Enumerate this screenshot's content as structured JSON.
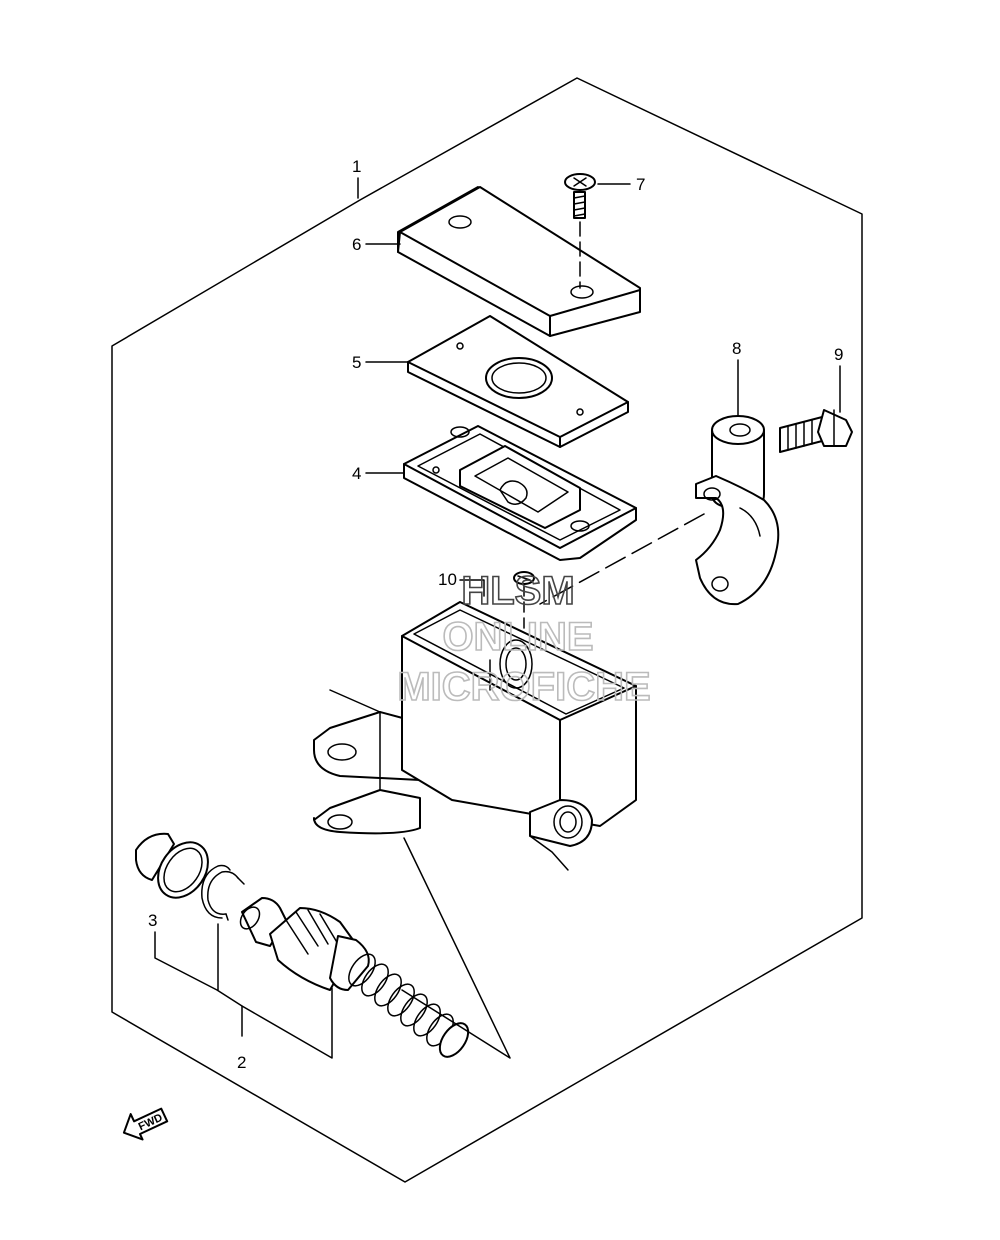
{
  "callouts": {
    "c1": "1",
    "c2": "2",
    "c3": "3",
    "c4": "4",
    "c5": "5",
    "c6": "6",
    "c7": "7",
    "c8": "8",
    "c9": "9",
    "c10": "10"
  },
  "watermark": {
    "line1": "HLSM",
    "line2": "ONLINE",
    "line3": "MICROFICHE",
    "color_dark": "#444444",
    "color_light": "#bbbbbb"
  },
  "direction_badge": {
    "text": "FWD",
    "icon": "forward-arrow-icon"
  }
}
